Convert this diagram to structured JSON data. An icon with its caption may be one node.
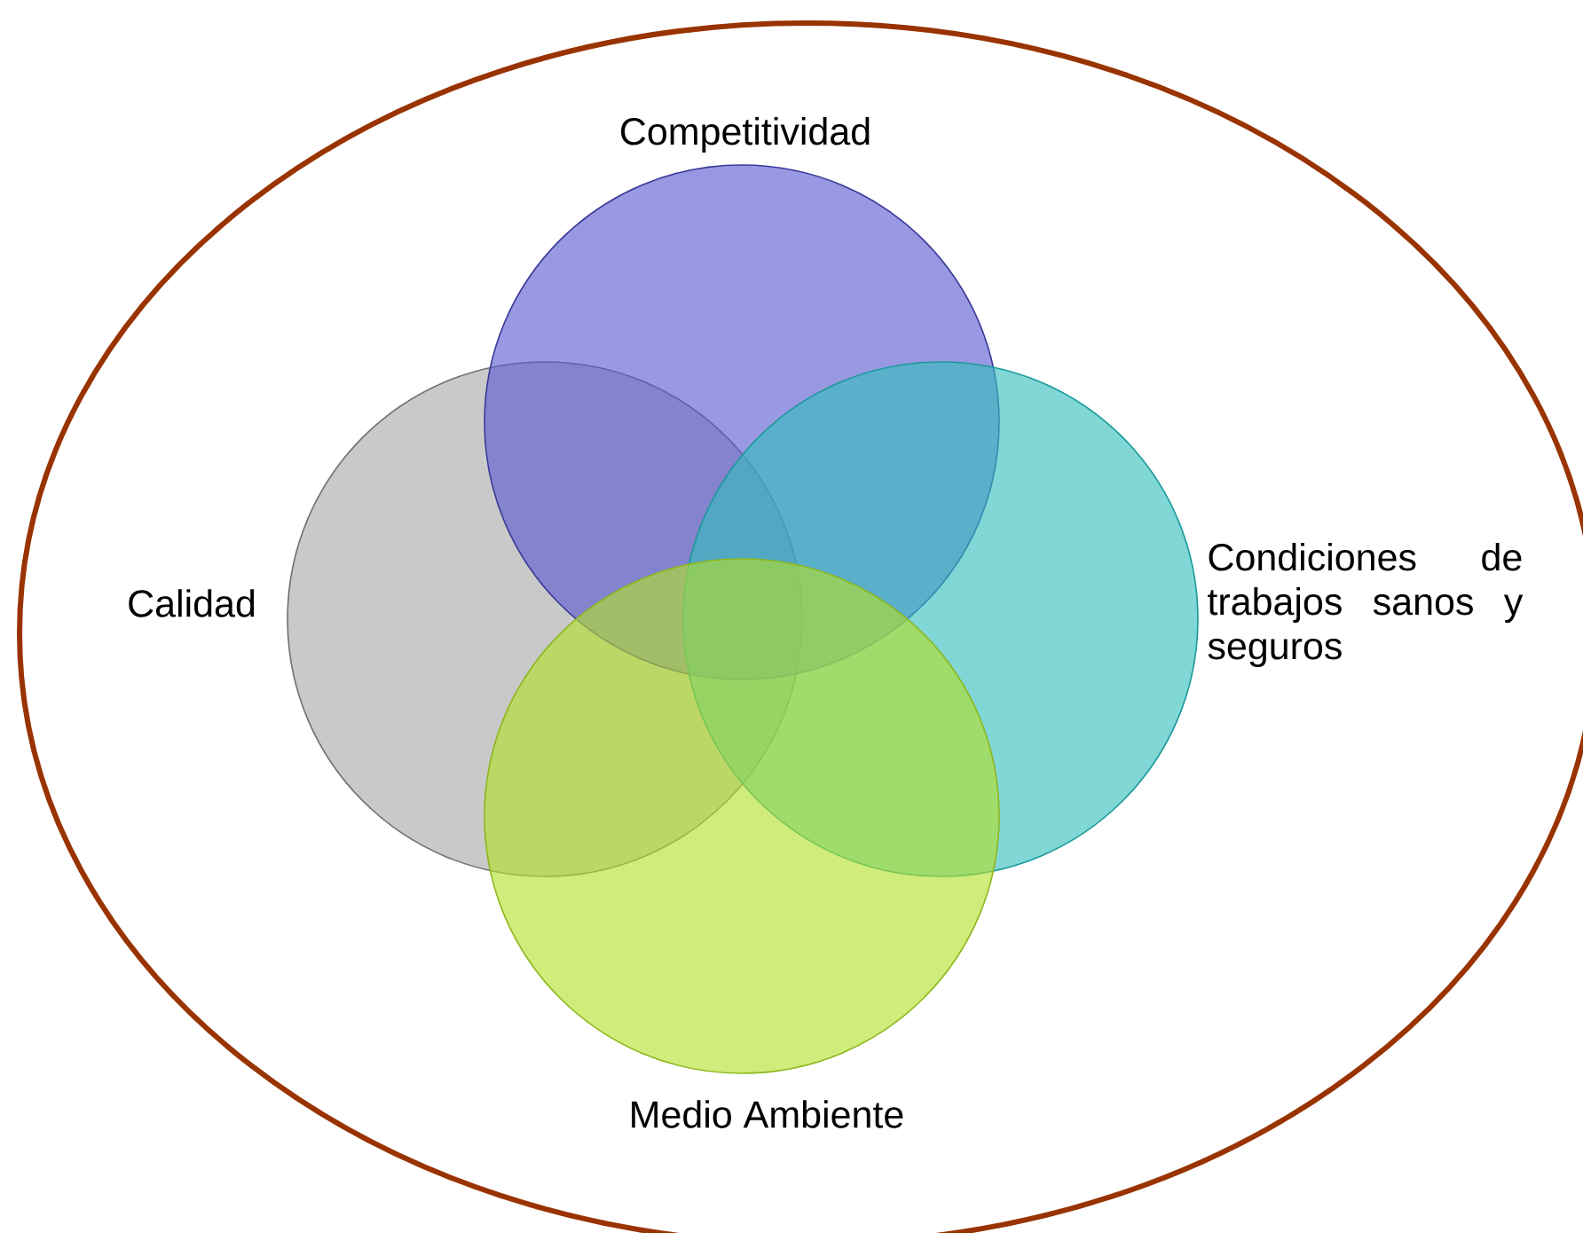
{
  "diagram": {
    "nodes": [
      {
        "text": [
          "Competitividad"
        ]
      },
      {
        "text": [
          "Calidad"
        ]
      },
      {
        "text": [
          "Condiciones de trabajos sanos y seguros"
        ]
      },
      {
        "text": [
          "Medio Ambiente"
        ]
      }
    ]
  }
}
